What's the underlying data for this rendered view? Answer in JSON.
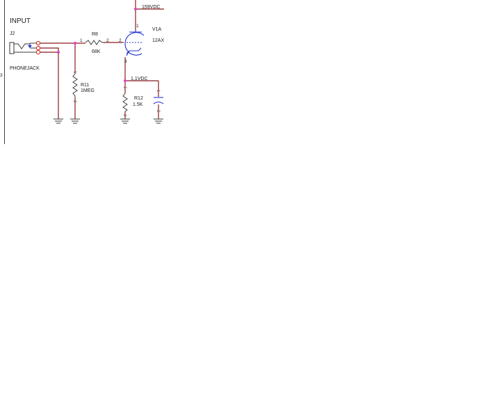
{
  "title": "INPUT",
  "colors": {
    "wire": "#8b1a1a",
    "component": "#3a3a3a",
    "tube": "#2233cc",
    "junction": "#e040c0",
    "jack_pin": "#cc2222",
    "background": "#ffffff"
  },
  "jack": {
    "ref": "J2",
    "name": "PHONEJACK"
  },
  "r8": {
    "ref": "R8",
    "value": "68K",
    "pin1": "1",
    "pin2": "2"
  },
  "r11": {
    "ref": "R11",
    "value": "1MEG",
    "pin1": "1",
    "pin2": "2"
  },
  "r12": {
    "ref": "R12",
    "value": "1.5K",
    "pin1": "1",
    "pin2": "2"
  },
  "tube": {
    "ref": "V1A",
    "type": "12AX",
    "pin_plate": "1",
    "pin_grid": "2",
    "pin_cathode": "3"
  },
  "plate_voltage": "159VDC",
  "cathode_voltage": "1.1VDC",
  "cap": {
    "pin1": "1",
    "pin2": "2"
  },
  "margin_mark": "3"
}
